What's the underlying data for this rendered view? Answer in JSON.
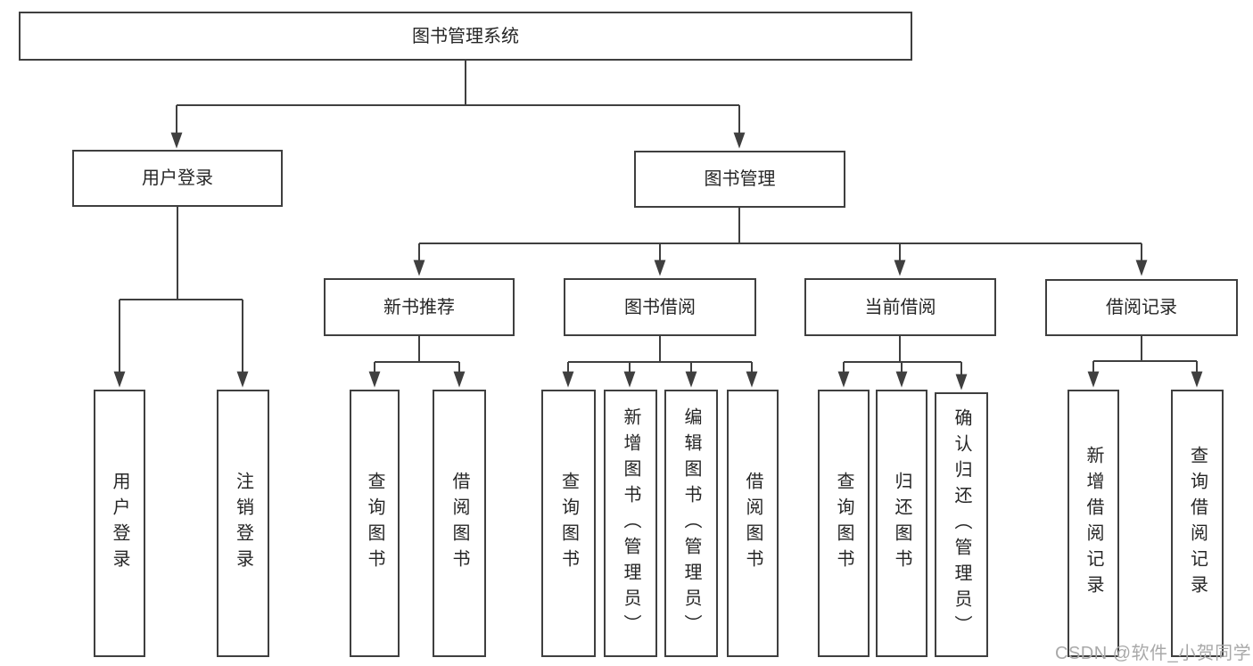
{
  "diagram": {
    "type": "hierarchy-tree",
    "root": {
      "label": "图书管理系统",
      "children": [
        {
          "label": "用户登录",
          "children": [
            {
              "label": "用户登录"
            },
            {
              "label": "注销登录"
            }
          ]
        },
        {
          "label": "图书管理",
          "children": [
            {
              "label": "新书推荐",
              "children": [
                {
                  "label": "查询图书"
                },
                {
                  "label": "借阅图书"
                }
              ]
            },
            {
              "label": "图书借阅",
              "children": [
                {
                  "label": "查询图书"
                },
                {
                  "label": "新增图书（管理员）"
                },
                {
                  "label": "编辑图书（管理员）"
                },
                {
                  "label": "借阅图书"
                }
              ]
            },
            {
              "label": "当前借阅",
              "children": [
                {
                  "label": "查询图书"
                },
                {
                  "label": "归还图书"
                },
                {
                  "label": "确认归还（管理员）"
                }
              ]
            },
            {
              "label": "借阅记录",
              "children": [
                {
                  "label": "新增借阅记录"
                },
                {
                  "label": "查询借阅记录"
                }
              ]
            }
          ]
        }
      ]
    }
  },
  "watermark": {
    "text": "CSDN @软件_小贺同学"
  },
  "colors": {
    "line": "#3f3f3f",
    "text": "#262626",
    "background": "#ffffff",
    "watermark": "#a9a9a9"
  }
}
